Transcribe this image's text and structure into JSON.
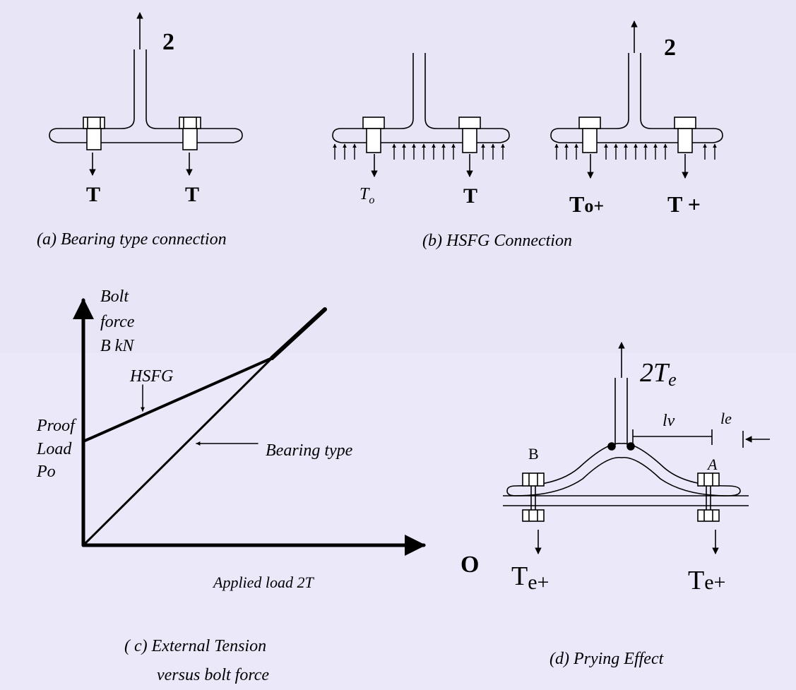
{
  "panel_a": {
    "top_label": "2",
    "left_label": "T",
    "right_label": "T",
    "caption": "(a) Bearing type connection"
  },
  "panel_b": {
    "left_top_label": "",
    "right_top_label": "2",
    "label_to": "T",
    "label_to_sub": "o",
    "label_t": "T",
    "label_t2a": "T",
    "label_t2a_rest": "o+",
    "label_t2b": "T +",
    "caption": "(b) HSFG Connection"
  },
  "panel_c": {
    "y_label_1": "Bolt",
    "y_label_2": "force",
    "y_label_3": "B kN",
    "hsfg": "HSFG",
    "proof_1": "Proof",
    "proof_2": "Load",
    "proof_3": "Po",
    "bearing": "Bearing type",
    "x_end": "O",
    "x_label": "Applied load 2T",
    "caption_1": "( c) External Tension",
    "caption_2": "versus bolt force"
  },
  "panel_d": {
    "top_label": "2T",
    "top_label_sub": "e",
    "lv": "lv",
    "le": "le",
    "b": "B",
    "a": "A",
    "left_force": "T",
    "left_force_rest": "e+",
    "right_force": "T",
    "right_force_rest": "e+",
    "caption": "(d) Prying Effect"
  },
  "colors": {
    "background": "#ebe8fa",
    "ink": "#000000",
    "bolt_fill": "#ffffff"
  }
}
